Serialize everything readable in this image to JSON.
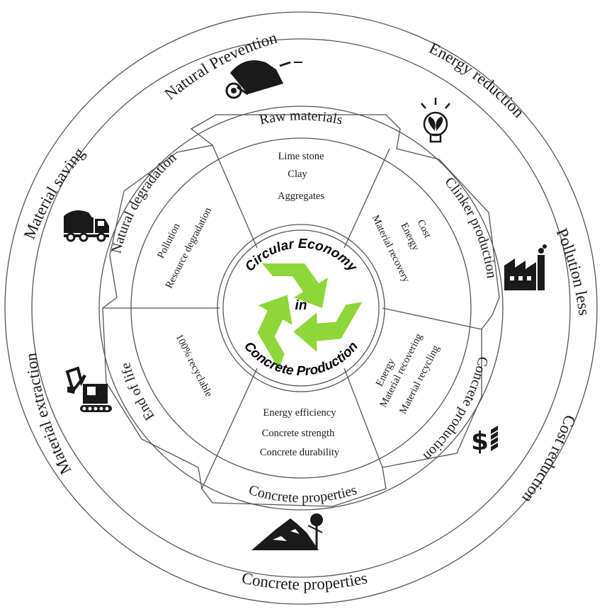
{
  "outer_ring": {
    "natural_prevention": "Natural Prevention",
    "energy_reduction": "Energy reduction",
    "pollution_less": "Pollution less",
    "cost_reduction": "Cost reduction",
    "concrete_properties": "Concrete properties",
    "material_extraction": "Material extraction",
    "material_saving": "Material saving"
  },
  "middle_ring": {
    "raw_materials": "Raw materials",
    "clinker_production": "Clinker production",
    "concrete_production": "Concrete production",
    "concrete_properties": "Concrete properties",
    "end_of_life": "End of life",
    "natural_degradation": "Natural degradation"
  },
  "segments": {
    "raw_materials": [
      "Lime stone",
      "Clay",
      "Aggregates"
    ],
    "clinker_production": [
      "Cost",
      "Energy",
      "Material recovery"
    ],
    "concrete_production": [
      "Energy",
      "Material recovering",
      "Material recycling"
    ],
    "concrete_properties": [
      "Energy efficiency",
      "Concrete strength",
      "Concrete durability"
    ],
    "end_of_life": [
      "100% recyclable"
    ],
    "natural_degradation": [
      "Pollution",
      "Resource degradation"
    ]
  },
  "center": {
    "line1": "Circular Economy",
    "line2": "in",
    "line3": "Concrete Production"
  },
  "colors": {
    "recycle_green": "#8fd63a",
    "lines": "#555555",
    "icons": "#1a1a1a"
  },
  "icons": [
    "wheelbarrow-icon",
    "lightbulb-leaf-icon",
    "factory-icon",
    "dollar-growth-icon",
    "mountain-icon",
    "excavator-icon",
    "dump-truck-icon",
    "recycle-icon"
  ]
}
